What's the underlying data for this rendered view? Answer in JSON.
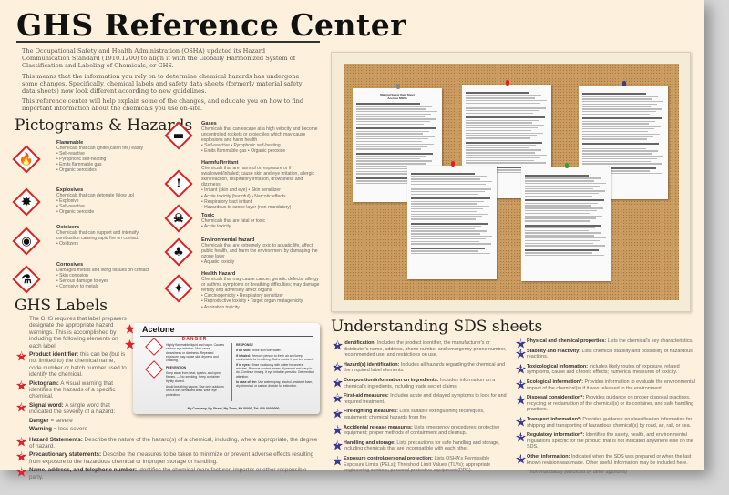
{
  "title": "GHS Reference Center",
  "intro": [
    "The Occupational Safety and Health Administration (OSHA) updated its Hazard Communication Standard (1910.1200) to align it with the Globally Harmonized System of Classification and Labeling of Chemicals, or GHS.",
    "This means that the information you rely on to determine chemical hazards has undergone some changes. Specifically, chemical labels and safety data sheets (formerly material safety data sheets) now look different according to new guidelines.",
    "This reference center will help explain some of the changes, and educate you on how to find important information about the chemicals you use on-site."
  ],
  "pictograms": {
    "heading": "Pictograms & Hazards",
    "items": [
      {
        "name": "Flammable",
        "icon": "flame-icon",
        "desc": "Chemicals that can ignite (catch fire) easily",
        "bullets": [
          "Self-reactive",
          "Pyrophoric self-heating",
          "Emits flammable gas",
          "Organic peroxides"
        ]
      },
      {
        "name": "Explosives",
        "icon": "exploding-bomb-icon",
        "desc": "Chemicals that can detonate (blow up)",
        "bullets": [
          "Explosive",
          "Self-reactive",
          "Organic peroxide"
        ]
      },
      {
        "name": "Oxidizers",
        "icon": "flame-over-circle-icon",
        "desc": "Chemicals that can support and intensify combustion causing rapid fire on contact",
        "bullets": [
          "Oxidizers"
        ]
      },
      {
        "name": "Corrosives",
        "icon": "corrosion-icon",
        "desc": "Damages metals and living tissues on contact",
        "bullets": [
          "Skin corrosion",
          "Serious damage to eyes",
          "Corrosive to metals"
        ]
      },
      {
        "name": "Gases",
        "icon": "gas-cylinder-icon",
        "desc": "Chemicals that can escape at a high velocity and become uncontrolled rockets or projectiles which may cause explosions and harm health",
        "bullets": [
          "Self-reactive • Pyrophoric self-heating",
          "Emits flammable gas • Organic peroxide"
        ]
      },
      {
        "name": "Harmful/irritant",
        "icon": "exclamation-mark-icon",
        "desc": "Chemicals that are harmful on exposure or if swallowed/inhaled; cause skin and eye irritation, allergic skin reaction, respiratory irritation, drowsiness and dizziness",
        "bullets": [
          "Irritant (skin and eye) • Skin sensitizer",
          "Acute toxicity (harmful) • Narcotic effects",
          "Respiratory tract irritant",
          "Hazardous to ozone layer (non-mandatory)"
        ]
      },
      {
        "name": "Toxic",
        "icon": "skull-crossbones-icon",
        "desc": "Chemicals that are fatal or toxic",
        "bullets": [
          "Acute toxicity"
        ]
      },
      {
        "name": "Environmental hazard",
        "icon": "environment-icon",
        "desc": "Chemicals that are extremely toxic to aquatic life, affect public health, and harm the environment by damaging the ozone layer",
        "bullets": [
          "Aquatic toxicity"
        ]
      },
      {
        "name": "Health Hazard",
        "icon": "health-hazard-icon",
        "desc": "Chemicals that may cause cancer, genetic defects, allergy or asthma symptoms or breathing difficulties; may damage fertility and adversely affect organs",
        "bullets": [
          "Carcinogenicity • Respiratory sensitizer",
          "Reproductive toxicity • Target organ mutagenicity",
          "Aspiration toxicity"
        ]
      }
    ]
  },
  "labels": {
    "heading": "GHS Labels",
    "intro": "The GHS requires that label preparers designate the appropriate hazard warnings. This is accomplished by including the following elements on each label:",
    "items": [
      {
        "num": "1",
        "term": "Product identifier:",
        "text": " this can be (but is not limited to) the chemical name, code number or batch number used to identify the chemical."
      },
      {
        "num": "2",
        "term": "Pictogram:",
        "text": " A visual warning that identifies the hazards of a specific chemical."
      },
      {
        "num": "3",
        "term": "Signal word:",
        "text": " A single word that indicated the severity of a hazard:"
      },
      {
        "num": "4",
        "term": "Hazard Statements:",
        "text": " Describe the nature of the hazard(s) of a chemical, including, where appropriate, the degree of hazard."
      },
      {
        "num": "5",
        "term": "Precautionary statements:",
        "text": " Describe the measures to be taken to minimize or prevent adverse effects resulting from exposure to the hazardous chemical or improper storage or handling."
      },
      {
        "num": "6",
        "term": "Name, address, and telephone number:",
        "text": " Identifies the chemical manufacturer, importer or other responsible party."
      }
    ],
    "danger": {
      "term": "Danger",
      "text": " = severe"
    },
    "warning": {
      "term": "Warning",
      "text": " = less severe"
    }
  },
  "sample_label": {
    "product": "Acetone",
    "signal": "DANGER",
    "hazard": "Highly flammable liquid and vapor. Causes serious eye irritation. May cause drowsiness or dizziness. Repeated exposure may cause skin dryness and cracking.",
    "prevention_title": "PREVENTION",
    "prevention": "Keep away from heat, sparks, and open flames. — No smoking. Keep container tightly closed.",
    "prevention2": "Avoid breathing vapors. Use only outdoors or in a well-ventilated area. Wear eye protection.",
    "response_title": "RESPONSE",
    "response": [
      {
        "term": "If on skin:",
        "text": " Rinse skin with water."
      },
      {
        "term": "If inhaled:",
        "text": " Remove person to fresh air and keep comfortable for breathing. Call a doctor if you feel unwell."
      },
      {
        "term": "If in eyes:",
        "text": " Rinse cautiously with water for several minutes. Remove contact lenses, if present and easy to do. Continue rinsing. If eye irritation persists: Get medical attention."
      },
      {
        "term": "In case of fire:",
        "text": " Use water spray, alcohol-resistant foam, dry chemical or carbon dioxide for extinction."
      }
    ],
    "supplier": "My Company, My Street, My Town, NY 00000, Tel: 000-000-0000"
  },
  "sds": {
    "heading": "Understanding SDS sheets",
    "items": [
      {
        "num": "1",
        "term": "Identification:",
        "text": " Includes the product identifier, the manufacturer's or distributor's name, address, phone number and emergency phone number, recommended use, and restrictions on use."
      },
      {
        "num": "2",
        "term": "Hazard(s) identification:",
        "text": " Includes all hazards regarding the chemical and the required label elements."
      },
      {
        "num": "3",
        "term": "Composition/information on ingredients:",
        "text": " Includes information on a chemical's ingredients, including trade secret claims."
      },
      {
        "num": "4",
        "term": "First-aid measures:",
        "text": " Includes acute and delayed symptoms to look for and required treatment."
      },
      {
        "num": "5",
        "term": "Fire-fighting measures:",
        "text": " Lists suitable extinguishing techniques, equipment; chemical hazards from fire"
      },
      {
        "num": "6",
        "term": "Accidental release measures:",
        "text": " Lists emergency procedures; protective equipment; proper methods of containment and cleanup."
      },
      {
        "num": "7",
        "term": "Handling and storage:",
        "text": " Lists precautions for safe handling and storage, including chemicals that are incompatible with each other."
      },
      {
        "num": "8",
        "term": "Exposure control/personal protection:",
        "text": " Lists OSHA's Permissible Exposure Limits (PELs); Threshold Limit Values (TLVs); appropriate engineering controls; personal protective equipment (PPE)."
      },
      {
        "num": "9",
        "term": "Physical and chemical properties:",
        "text": " Lists the chemical's key characteristics."
      },
      {
        "num": "10",
        "term": "Stability and reactivity:",
        "text": " Lists chemical stability and possibility of hazardous reactions."
      },
      {
        "num": "11",
        "term": "Toxicological information:",
        "text": " Includes likely routes of exposure, related symptoms, cause and chronic effects; numerical measures of toxicity."
      },
      {
        "num": "12",
        "term": "Ecological information*:",
        "text": " Provides information to evaluate the environmental impact of the chemical(s) if it was released to the environment."
      },
      {
        "num": "13",
        "term": "Disposal consideration*:",
        "text": " Provides guidance on proper disposal practices, recycling or reclamation of the chemical(s) or its container, and safe handling practices."
      },
      {
        "num": "14",
        "term": "Transport information*:",
        "text": " Provides guidance on classification information for shipping and transporting of hazardous chemical(s) by road, air, rail, or sea."
      },
      {
        "num": "15",
        "term": "Regulatory information*:",
        "text": " Identifies the safety, health, and environmental regulations specific for the product that is not indicated anywhere else on the SDS."
      },
      {
        "num": "16",
        "term": "Other information:",
        "text": " Indicated when the SDS was prepared or when the last known revision was made. Other useful information may be included here."
      }
    ],
    "footnote": "* non-mandatory (enforced by other agencies)"
  },
  "board": {
    "sheet_title": "Material Safety Data Sheet",
    "sheet_sub": "Acetone MSDS"
  },
  "colors": {
    "background": "#fdf0dc",
    "label_star": "#e0202a",
    "sds_star": "#3a3a8c",
    "pictogram_border": "#e02020"
  }
}
